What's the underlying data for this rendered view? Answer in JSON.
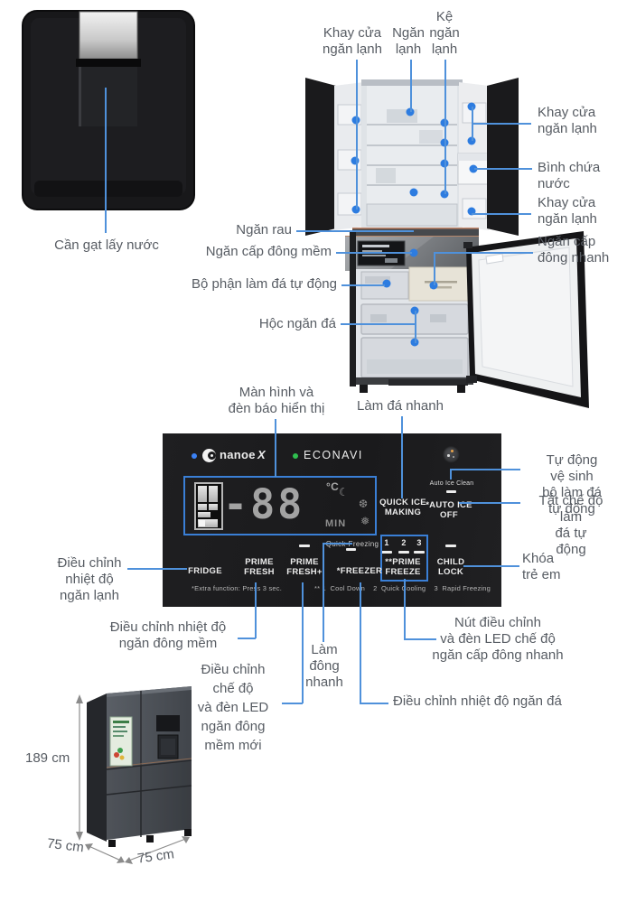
{
  "dispenser": {
    "label": "Cần gạt lấy nước"
  },
  "callouts": {
    "door_tray_top": "Khay cửa\nngăn lạnh",
    "compartment": "Ngăn\nlạnh",
    "shelf": "Kệ\nngăn\nlạnh",
    "door_tray_right_upper": "Khay cửa\nngăn lạnh",
    "water_tank": "Bình chứa nước",
    "door_tray_right_lower": "Khay cửa\nngăn lạnh",
    "quick_freeze_compartment": "Ngăn cấp\nđông nhanh",
    "vegetable_drawer": "Ngăn rau",
    "soft_freeze_compartment": "Ngăn cấp đông mềm",
    "auto_ice_maker": "Bộ phận làm đá tự động",
    "ice_box": "Hộc ngăn đá"
  },
  "panel_callouts": {
    "display": "Màn hình và\nđèn báo hiển thị",
    "quick_ice": "Làm đá nhanh",
    "auto_ice_clean": "Tự động vệ sinh\nbộ làm đá tự động",
    "auto_ice_off": "Tắt chế độ làm\nđá tự động",
    "child_lock": "Khóa\ntrẻ em",
    "fridge_temp": "Điều chỉnh\nnhiệt độ\nngăn lạnh",
    "soft_freeze_temp": "Điều chỉnh nhiệt độ\nngăn đông mềm",
    "soft_freeze_mode": "Điều chỉnh\nchế độ\nvà đèn LED\nngăn đông\nmềm mới",
    "quick_freezing": "Làm\nđông\nnhanh",
    "prime_freeze": "Nút điều chỉnh\nvà đèn LED chế độ\nngăn cấp đông nhanh",
    "freezer_temp": "Điều chỉnh nhiệt độ ngăn đá"
  },
  "panel": {
    "nanoe_label": "nanoe",
    "nanoe_x": "X",
    "econavi": "ECONAVI",
    "auto_ice_clean": "Auto Ice Clean",
    "display_value": "-88",
    "display_unit": "°C",
    "display_moon": "☾",
    "display_min": "MIN",
    "snowflake_1": "❆",
    "snowflake_2": "❅",
    "quick_ice_making": "QUICK ICE\nMAKING",
    "auto_ice_off": "*AUTO ICE\nOFF",
    "quick_freezing": "Quick-Freezing",
    "level_1": "1",
    "level_2": "2",
    "level_3": "3",
    "fridge_btn": "FRIDGE",
    "prime_fresh": "PRIME\nFRESH",
    "prime_fresh_plus": "PRIME\nFRESH+",
    "freezer": "*FREEZER",
    "prime_freeze": "**PRIME\nFREEZE",
    "child_lock": "CHILD\nLOCK",
    "footnote_extra": "*Extra function: Press 3 sec.",
    "footnote_modes": "** 1  Cool Down    2  Quick Cooling    3  Rapid Freezing"
  },
  "dimensions": {
    "height": "189 cm",
    "depth": "75 cm",
    "width": "75 cm"
  },
  "colors": {
    "callout_line_blue": "#4f91db",
    "callout_dot_blue": "#2d7ce0",
    "econavi_green": "#2fbf4f",
    "nanoe_blue": "#3b82f6",
    "label_gray": "#575c63",
    "panel_black": "#1a1a1c"
  }
}
